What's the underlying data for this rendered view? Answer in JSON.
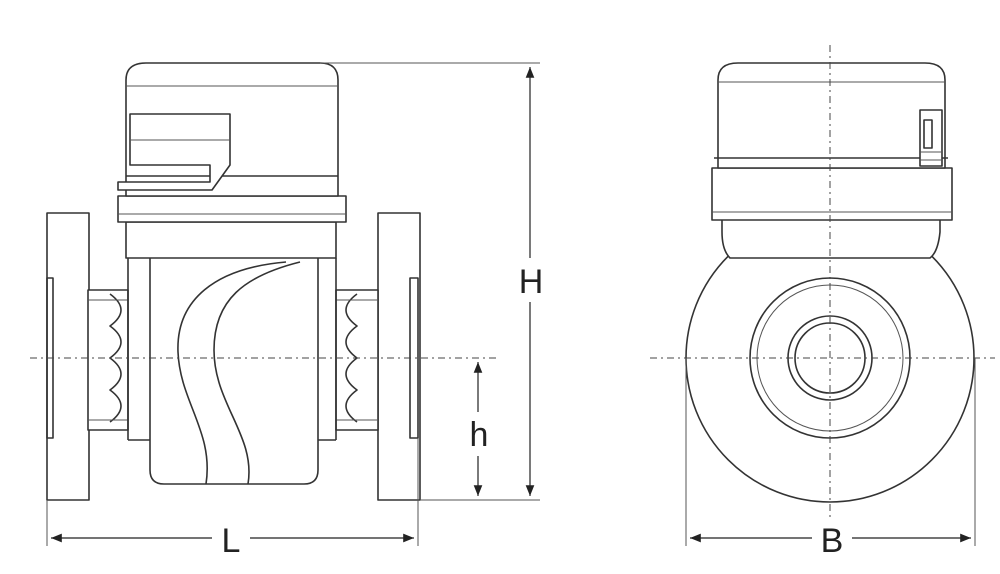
{
  "dimensions": {
    "length": "L",
    "height": "H",
    "axis_height": "h",
    "width": "B"
  },
  "colors": {
    "line": "#333333",
    "background": "#ffffff"
  }
}
